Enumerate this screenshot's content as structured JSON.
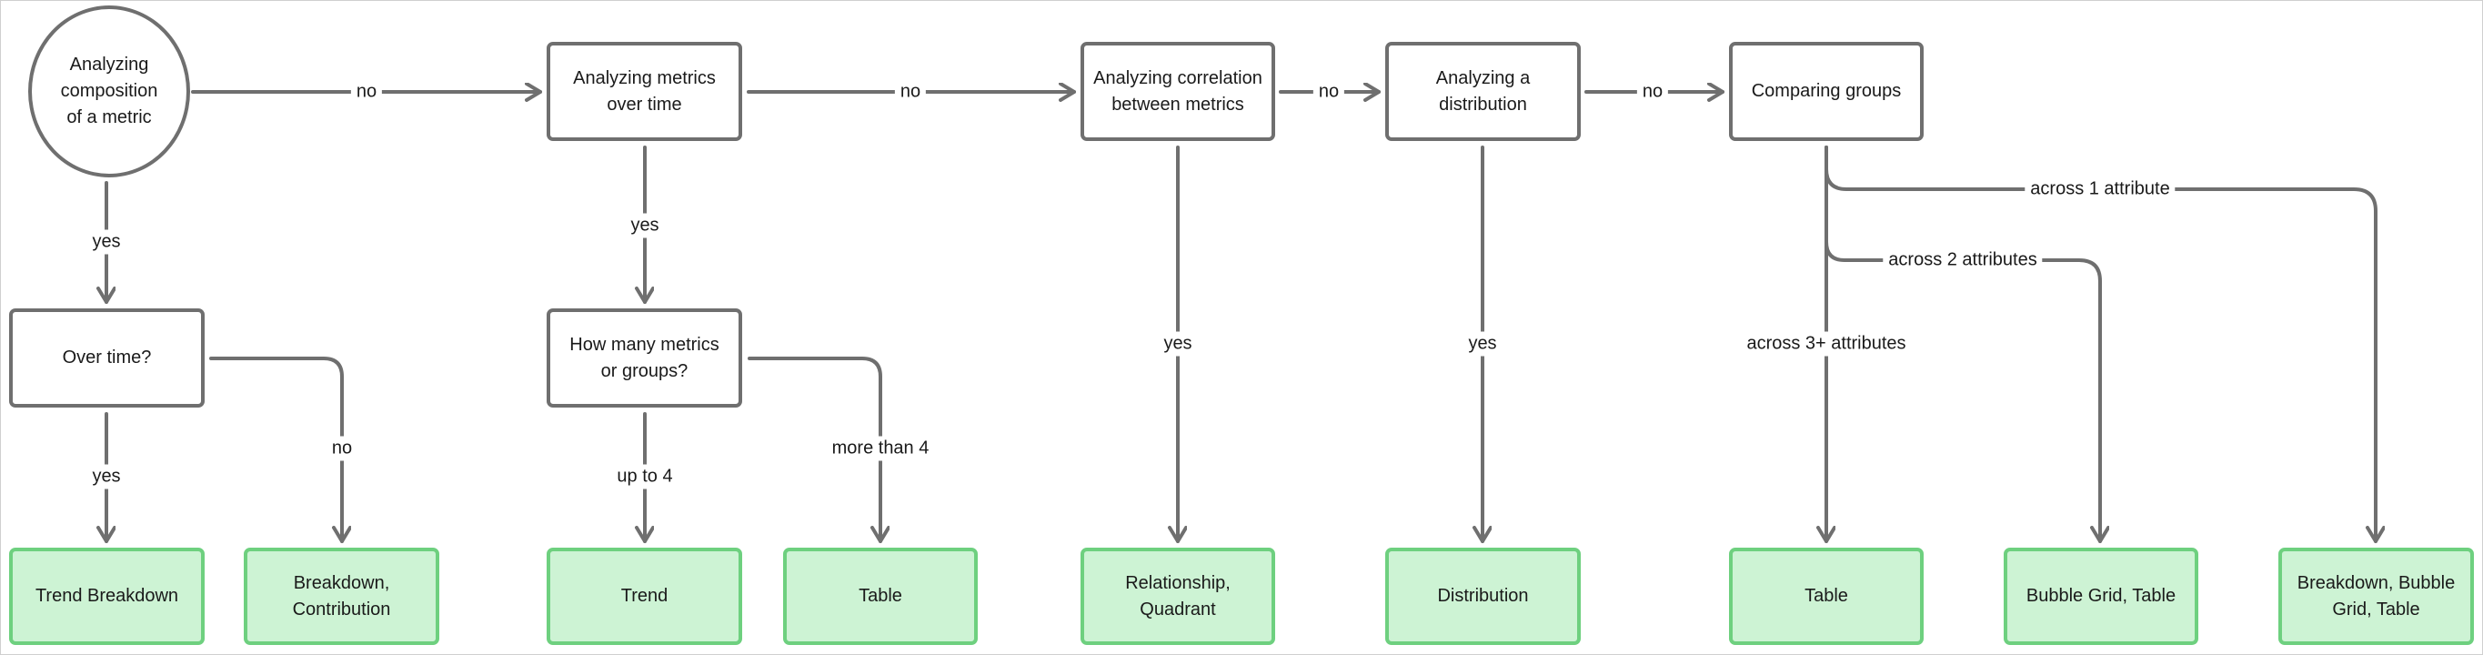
{
  "nodes": {
    "composition": "Analyzing\ncomposition\nof a metric",
    "over_time_q": "Over time?",
    "metrics_over_time": "Analyzing metrics\nover time",
    "how_many": "How many metrics\nor groups?",
    "correlation": "Analyzing correlation\nbetween metrics",
    "distribution_q": "Analyzing a\ndistribution",
    "comparing": "Comparing groups"
  },
  "results": {
    "trend_breakdown": "Trend Breakdown",
    "breakdown_contribution": "Breakdown,\nContribution",
    "trend": "Trend",
    "table_metrics": "Table",
    "relationship_quadrant": "Relationship,\nQuadrant",
    "distribution": "Distribution",
    "table_groups": "Table",
    "bubble_grid_table": "Bubble Grid, Table",
    "breakdown_bubble_grid_table": "Breakdown, Bubble\nGrid, Table"
  },
  "edge_labels": {
    "no_1": "no",
    "no_2": "no",
    "no_3": "no",
    "no_4": "no",
    "yes_composition": "yes",
    "yes_over_time": "yes",
    "no_over_time": "no",
    "yes_metrics": "yes",
    "up_to_4": "up to 4",
    "more_than_4": "more than 4",
    "yes_correlation": "yes",
    "yes_distribution": "yes",
    "across_1": "across 1 attribute",
    "across_2": "across 2 attributes",
    "across_3": "across 3+ attributes"
  },
  "colors": {
    "stroke": "#6f6f6f",
    "result_fill": "#cdf3d4",
    "result_border": "#6ed07f"
  }
}
